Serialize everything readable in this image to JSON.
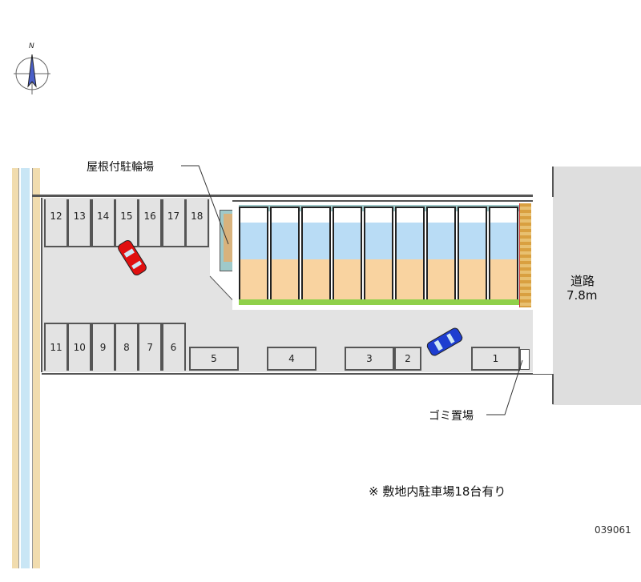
{
  "compass": {
    "north": "N"
  },
  "labels": {
    "bike_parking": "屋根付駐輪場",
    "garbage": "ゴミ置場",
    "road": "道路",
    "road_width": "7.8m",
    "note": "※ 敷地内駐車場18台有り",
    "code": "039061"
  },
  "parking_upper": [
    "12",
    "13",
    "14",
    "15",
    "16",
    "17",
    "18"
  ],
  "parking_lower": [
    "11",
    "10",
    "9",
    "8",
    "7",
    "6"
  ],
  "parking_front": [
    "5",
    "4",
    "3",
    "2",
    "1"
  ],
  "building_units": 9,
  "colors": {
    "lot": "#e3e3e3",
    "road": "#dedede",
    "water": "#c9e6f5",
    "path": "#f1dcae",
    "room": "#f9d3a0",
    "kitchen": "#b9dcf5",
    "car_red": "#e01010",
    "car_blue": "#1e3ed0"
  }
}
